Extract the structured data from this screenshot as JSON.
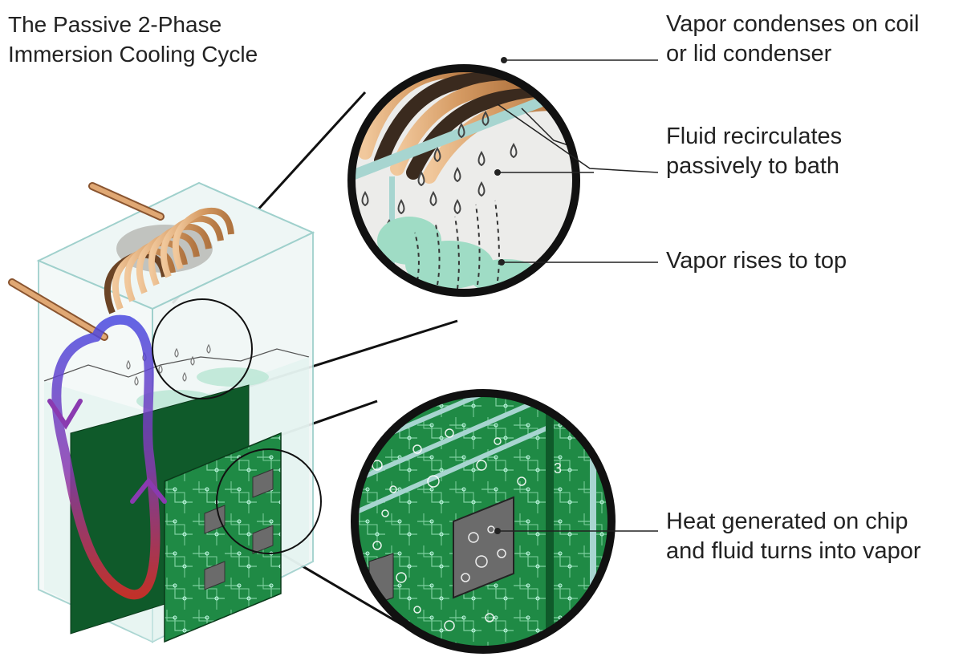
{
  "title": {
    "line1": "The Passive 2-Phase",
    "line2": "Immersion Cooling Cycle"
  },
  "labels": {
    "condense": {
      "line1": "Vapor condenses on coil",
      "line2": "or lid condenser"
    },
    "recirculate": {
      "line1": "Fluid recirculates",
      "line2": "passively to bath"
    },
    "rises": {
      "line1": "Vapor rises to top"
    },
    "heat": {
      "line1": "Heat generated on chip",
      "line2": "and fluid turns into vapor"
    }
  },
  "board_number": "3",
  "colors": {
    "coil": "#d8a06c",
    "coil_dark": "#3a2a1e",
    "tank": "#9fd0cc",
    "fluid": "#c8e8e0",
    "vapor": "#8ed8bf",
    "board": "#1f8a45",
    "board_dark": "#0f5a2a",
    "chip": "#6b6b6b",
    "flow_top": "#4a4ae0",
    "flow_bottom": "#e02a2a",
    "line": "#222222"
  }
}
